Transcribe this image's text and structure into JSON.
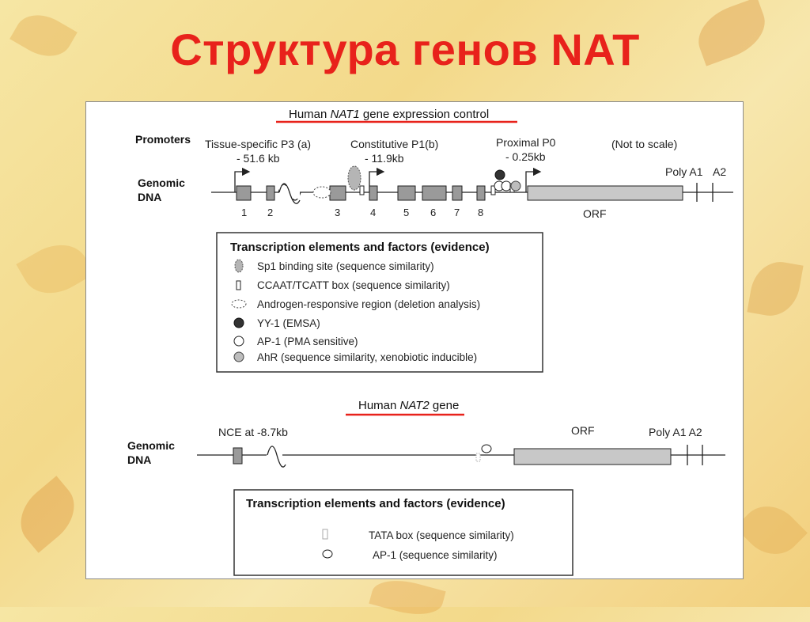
{
  "slide": {
    "title": "Структура генов NAT",
    "colors": {
      "title": "#e8221b",
      "underline": "#e8221b",
      "exon_fill": "#9a9a9a",
      "orf_fill": "#c8c8c8"
    }
  },
  "nat1": {
    "title_prefix": "Human ",
    "title_gene": "NAT1",
    "title_suffix": " gene expression control",
    "promoters_label": "Promoters",
    "genomic_label_1": "Genomic",
    "genomic_label_2": "DNA",
    "promoter_p3": "Tissue-specific P3 (a)",
    "promoter_p3_dist": "- 51.6 kb",
    "promoter_p1": "Constitutive P1(b)",
    "promoter_p1_dist": "- 11.9kb",
    "promoter_p0": "Proximal P0",
    "promoter_p0_dist": "- 0.25kb",
    "not_to_scale": "(Not to scale)",
    "poly_a1": "Poly A1",
    "poly_a2": "A2",
    "orf": "ORF",
    "exon_numbers": [
      "1",
      "2",
      "3",
      "4",
      "5",
      "6",
      "7",
      "8"
    ],
    "legend": {
      "title": "Transcription elements and factors (evidence)",
      "items": [
        {
          "icon": "sp1-binding-site-icon",
          "text": "Sp1 binding site (sequence similarity)"
        },
        {
          "icon": "ccaat-box-icon",
          "text": "CCAAT/TCATT box (sequence similarity)"
        },
        {
          "icon": "androgen-region-icon",
          "text": "Androgen-responsive region (deletion analysis)"
        },
        {
          "icon": "yy1-icon",
          "text": "YY-1 (EMSA)"
        },
        {
          "icon": "ap1-icon",
          "text": "AP-1 (PMA sensitive)"
        },
        {
          "icon": "ahr-icon",
          "text": "AhR (sequence similarity, xenobiotic inducible)"
        }
      ]
    }
  },
  "nat2": {
    "title_prefix": "Human ",
    "title_gene": "NAT2",
    "title_suffix": " gene",
    "genomic_label_1": "Genomic",
    "genomic_label_2": "DNA",
    "nce": "NCE at -8.7kb",
    "orf": "ORF",
    "poly": "Poly A1 A2",
    "legend": {
      "title": "Transcription elements and factors (evidence)",
      "items": [
        {
          "icon": "tata-box-icon",
          "text": "TATA box (sequence similarity)"
        },
        {
          "icon": "ap1-icon",
          "text": "AP-1 (sequence similarity)"
        }
      ]
    }
  }
}
